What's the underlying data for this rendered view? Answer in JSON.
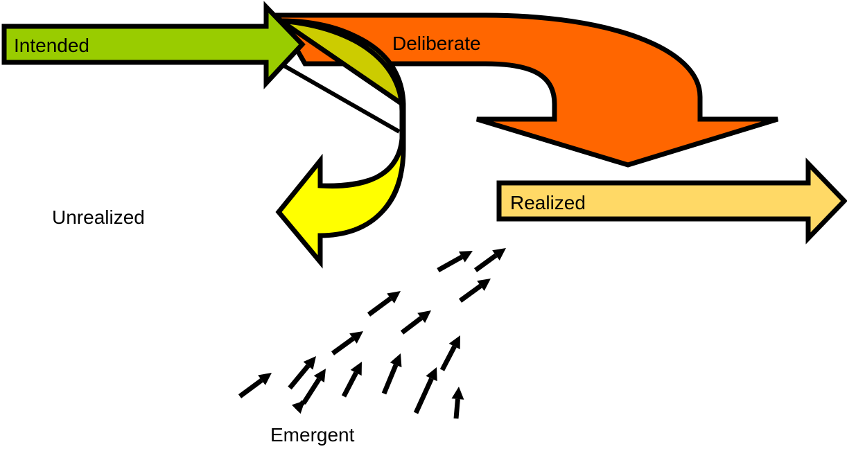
{
  "labels": {
    "intended": "Intended",
    "deliberate": "Deliberate",
    "unrealized": "Unrealized",
    "realized": "Realized",
    "emergent": "Emergent"
  },
  "colors": {
    "intended": "#99cc00",
    "deliberate": "#ff6600",
    "unrealized_top": "#cccc00",
    "unrealized_bottom": "#ffff00",
    "realized": "#ffd966",
    "outline": "#000000"
  },
  "emergent_arrow_count": 15
}
